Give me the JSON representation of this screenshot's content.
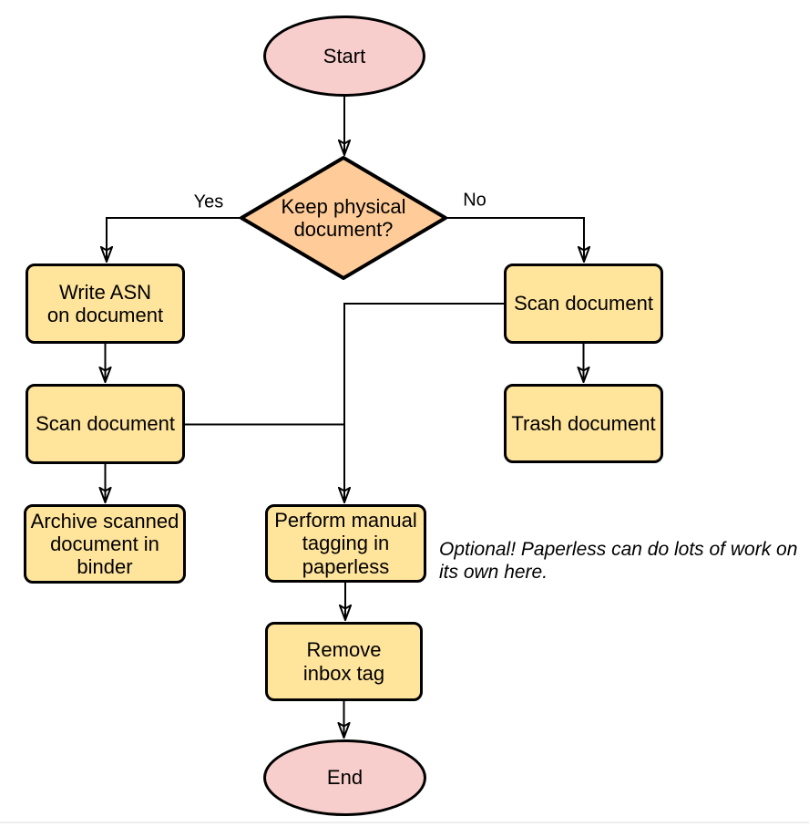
{
  "colors": {
    "terminal_fill": "#f8cecc",
    "decision_fill": "#ffcc99",
    "process_fill": "#ffe49c",
    "shape_stroke": "#000000",
    "edge_stroke": "#000000",
    "text": "#000000",
    "bottom_divider": "#eeeeee"
  },
  "nodes": {
    "start": {
      "type": "terminal",
      "label": "Start"
    },
    "decision": {
      "type": "decision",
      "label": "Keep physical\ndocument?"
    },
    "write_asn": {
      "type": "process",
      "label": "Write ASN\non document"
    },
    "scan_left": {
      "type": "process",
      "label": "Scan document"
    },
    "archive": {
      "type": "process",
      "label": "Archive scanned\ndocument in\nbinder"
    },
    "scan_right": {
      "type": "process",
      "label": "Scan document"
    },
    "trash": {
      "type": "process",
      "label": "Trash document"
    },
    "perform_tagging": {
      "type": "process",
      "label": "Perform manual\ntagging in\npaperless"
    },
    "remove_inbox": {
      "type": "process",
      "label": "Remove\ninbox tag"
    },
    "end": {
      "type": "terminal",
      "label": "End"
    }
  },
  "edge_labels": {
    "yes": "Yes",
    "no": "No"
  },
  "edges": [
    {
      "from": "start",
      "to": "decision",
      "label": ""
    },
    {
      "from": "decision",
      "to": "write_asn",
      "label": "Yes"
    },
    {
      "from": "decision",
      "to": "scan_right",
      "label": "No"
    },
    {
      "from": "write_asn",
      "to": "scan_left",
      "label": ""
    },
    {
      "from": "scan_left",
      "to": "archive",
      "label": ""
    },
    {
      "from": "scan_left",
      "to": "perform_tagging",
      "label": ""
    },
    {
      "from": "scan_right",
      "to": "trash",
      "label": ""
    },
    {
      "from": "scan_right",
      "to": "perform_tagging",
      "label": ""
    },
    {
      "from": "perform_tagging",
      "to": "remove_inbox",
      "label": ""
    },
    {
      "from": "remove_inbox",
      "to": "end",
      "label": ""
    }
  ],
  "annotation": {
    "text": "Optional! Paperless can do lots of work on\nits own here."
  }
}
